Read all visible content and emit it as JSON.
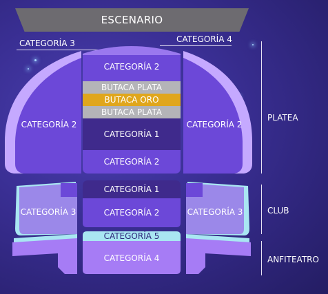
{
  "stage": {
    "label": "ESCENARIO"
  },
  "top_labels": {
    "left": "CATEGORÍA 3",
    "right": "CATEGORÍA 4"
  },
  "platea": {
    "left_wing": "CATEGORÍA 2",
    "right_wing": "CATEGORÍA 2",
    "center": [
      "CATEGORÍA 2",
      "BUTACA PLATA",
      "BUTACA ORO",
      "BUTACA PLATA",
      "CATEGORÍA 1",
      "CATEGORÍA 2"
    ]
  },
  "club": {
    "left": "CATEGORÍA 3",
    "right": "CATEGORÍA 3",
    "center_top": "CATEGORÍA 1",
    "center_bottom": "CATEGORÍA 2"
  },
  "anfiteatro": {
    "strip": "CATEGORÍA 5",
    "center": "CATEGORÍA 4"
  },
  "sections": {
    "platea": "PLATEA",
    "club": "CLUB",
    "anfiteatro": "ANFITEATRO"
  },
  "colors": {
    "stage": "#6d6b70",
    "cat1": "#3f2a8c",
    "cat2": "#6c48d8",
    "cat3": "#9b88e9",
    "cat4": "#a67cf5",
    "cat5": "#a9e6f2",
    "plata": "#b4b4b8",
    "oro": "#e0a61c"
  }
}
